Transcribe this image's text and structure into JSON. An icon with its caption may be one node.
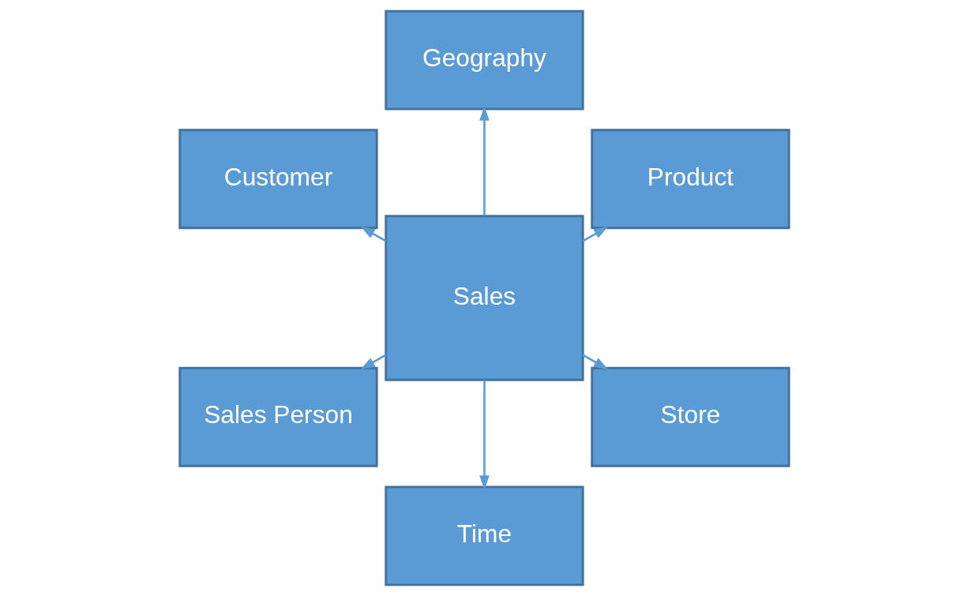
{
  "diagram": {
    "nodes": [
      {
        "text": [
          "Product"
        ]
      },
      {
        "text": [
          "Geography"
        ]
      },
      {
        "text": [
          "Customer"
        ]
      },
      {
        "text": [
          "Sales"
        ]
      },
      {
        "text": [
          "Sales Person"
        ]
      },
      {
        "text": [
          "Time"
        ]
      },
      {
        "text": [
          "Store"
        ]
      }
    ],
    "edges": [
      {
        "from": 3,
        "to": 0,
        "arrow": "to"
      },
      {
        "from": 3,
        "to": 1,
        "arrow": "to"
      },
      {
        "from": 3,
        "to": 2,
        "arrow": "to"
      },
      {
        "from": 3,
        "to": 4,
        "arrow": "to"
      },
      {
        "from": 3,
        "to": 5,
        "arrow": "to"
      },
      {
        "from": 3,
        "to": 6,
        "arrow": "to"
      }
    ]
  }
}
